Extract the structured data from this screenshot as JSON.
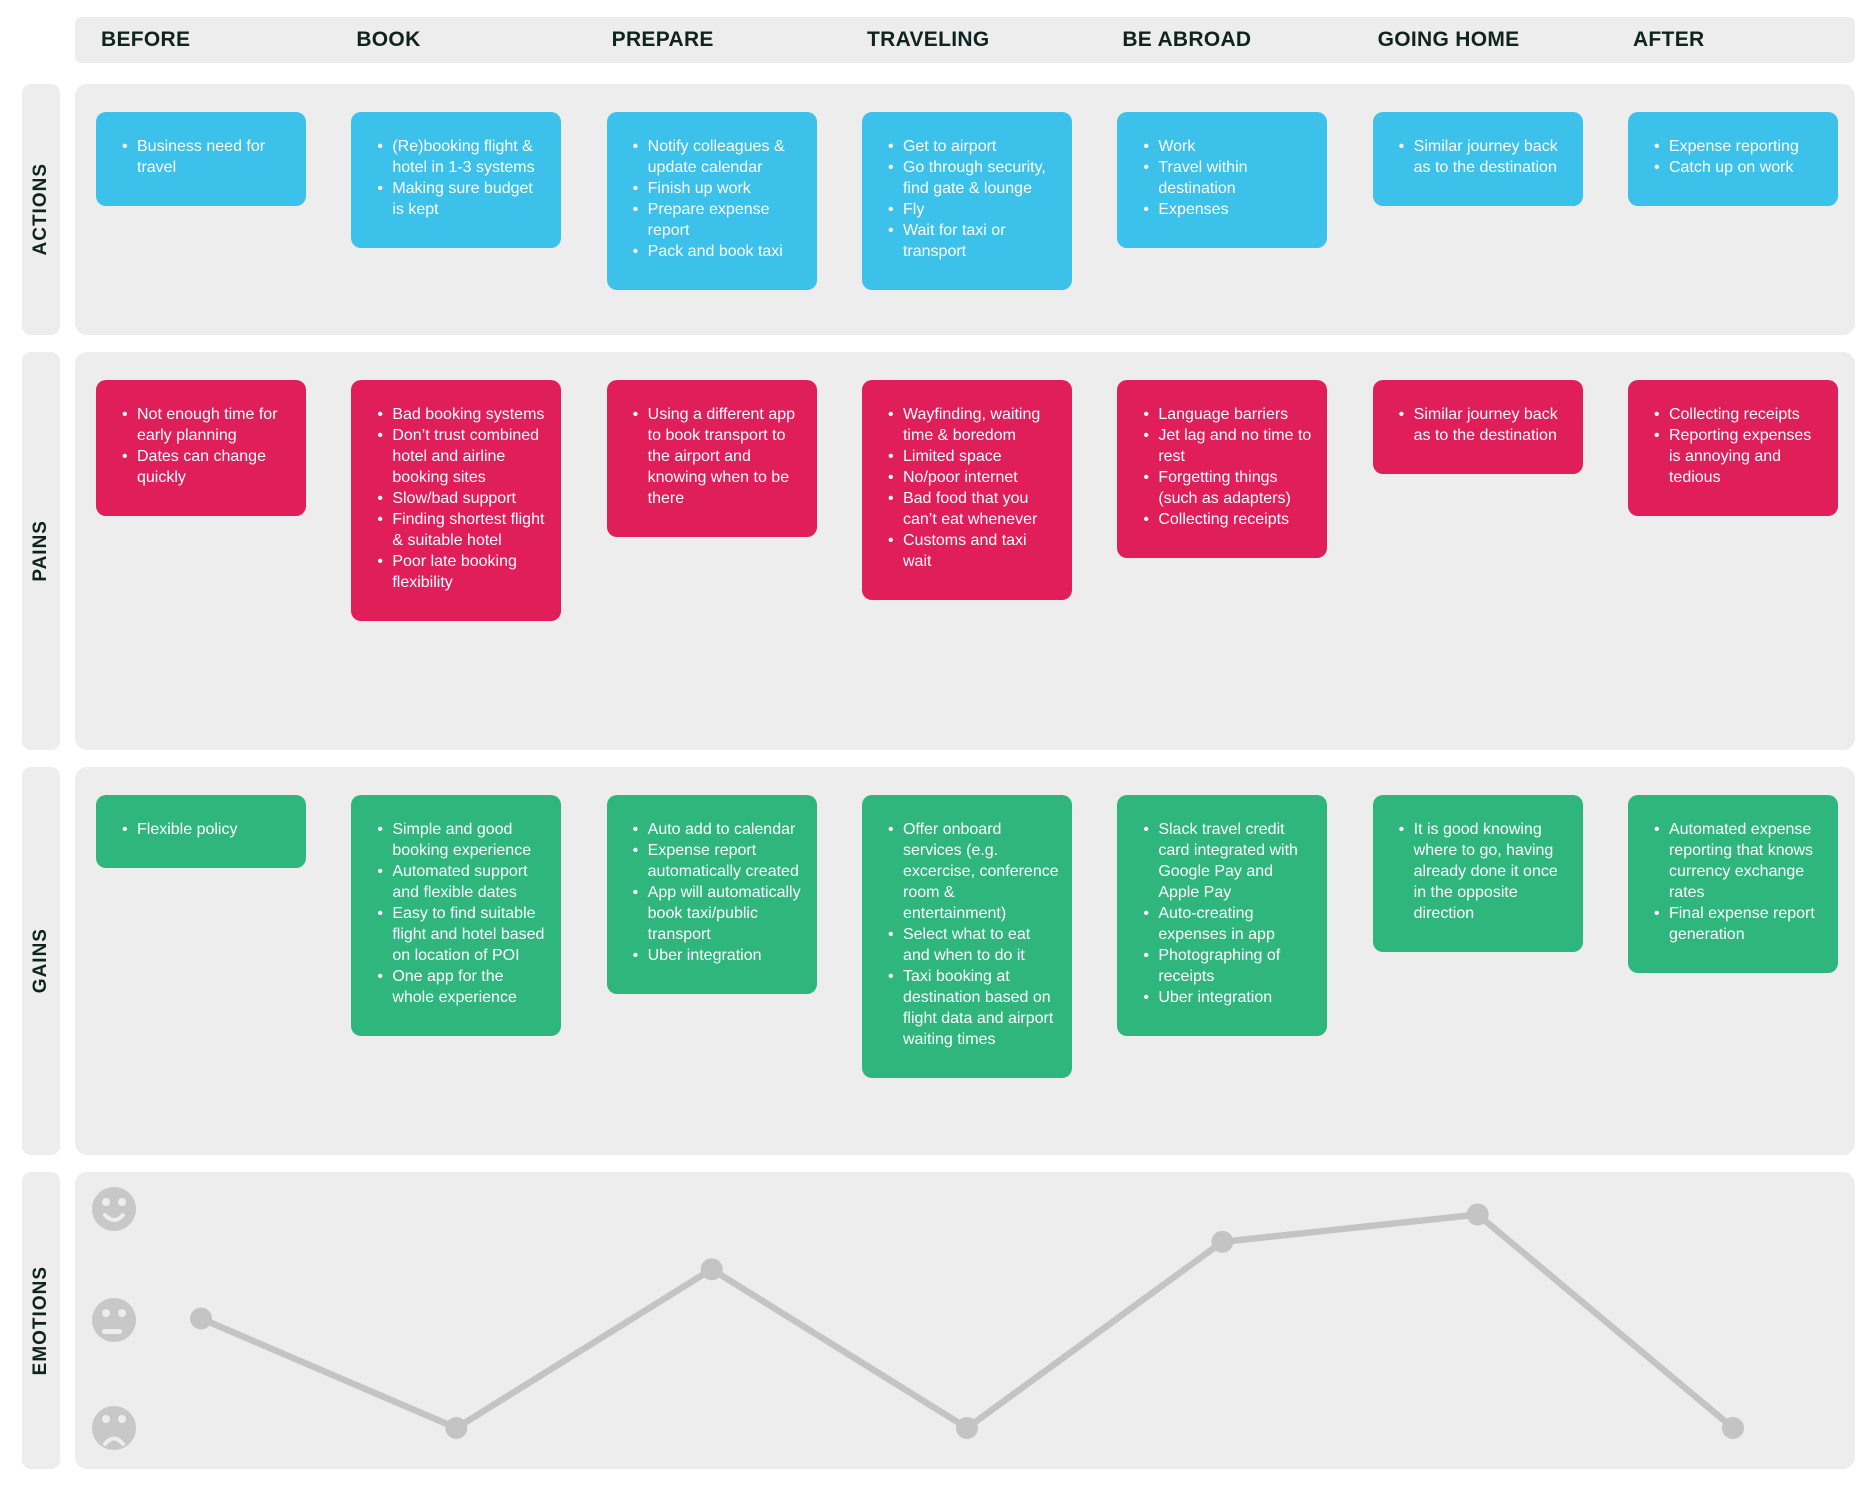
{
  "palette": {
    "blue": "#3BC1EA",
    "pink": "#E01E5A",
    "green": "#2EB67D",
    "panel": "#EDEDED",
    "chart": "#C4C4C4",
    "face": "#C8C8C8",
    "ink": "#0F241E",
    "card_text": "#FFFFFF"
  },
  "columns": [
    "BEFORE",
    "BOOK",
    "PREPARE",
    "TRAVELING",
    "BE ABROAD",
    "GOING HOME",
    "AFTER"
  ],
  "rows": [
    {
      "id": "actions",
      "label": "ACTIONS",
      "color_key": "blue",
      "cards": [
        [
          "Business need for travel"
        ],
        [
          "(Re)booking flight & hotel in 1-3 systems",
          "Making sure budget is kept"
        ],
        [
          "Notify colleagues & update calendar",
          "Finish up work",
          "Prepare expense report",
          "Pack and book taxi"
        ],
        [
          "Get to airport",
          "Go through security, find gate & lounge",
          "Fly",
          "Wait for taxi or transport"
        ],
        [
          "Work",
          "Travel within destination",
          "Expenses"
        ],
        [
          "Similar journey back as to the destination"
        ],
        [
          "Expense reporting",
          "Catch up on work"
        ]
      ]
    },
    {
      "id": "pains",
      "label": "PAINS",
      "color_key": "pink",
      "cards": [
        [
          "Not enough time for early planning",
          "Dates can change quickly"
        ],
        [
          "Bad booking systems",
          "Don’t trust combined hotel and airline booking sites",
          "Slow/bad support",
          "Finding shortest flight & suitable hotel",
          "Poor late booking flexibility"
        ],
        [
          "Using a different app to book transport to the airport and knowing when to be there"
        ],
        [
          "Wayfinding, waiting time & boredom",
          "Limited space",
          "No/poor internet",
          "Bad food that you can’t eat whenever",
          "Customs and taxi wait"
        ],
        [
          "Language barriers",
          "Jet lag and no time to rest",
          "Forgetting things (such as adapters)",
          "Collecting receipts"
        ],
        [
          "Similar journey back as to the destination"
        ],
        [
          "Collecting receipts",
          "Reporting expenses is annoying and tedious"
        ]
      ]
    },
    {
      "id": "gains",
      "label": "GAINS",
      "color_key": "green",
      "cards": [
        [
          "Flexible policy"
        ],
        [
          "Simple and good booking experience",
          "Automated support and flexible dates",
          "Easy to find suitable flight and hotel based on location of POI",
          "One app for the whole experience"
        ],
        [
          "Auto add to calendar",
          "Expense report automatically created",
          "App will automatically book taxi/public transport",
          "Uber integration"
        ],
        [
          "Offer onboard services (e.g. excercise, conference room & entertainment)",
          "Select what to eat and when to do it",
          "Taxi booking at destination based on flight data and airport waiting times"
        ],
        [
          "Slack travel credit card integrated with Google Pay and Apple Pay",
          "Auto-creating expenses in app",
          "Photographing of receipts",
          "Uber integration"
        ],
        [
          "It is good knowing where to go, having already done it once in the opposite direction"
        ],
        [
          "Automated expense reporting that knows currency exchange rates",
          "Final expense report generation"
        ]
      ]
    }
  ],
  "emotions": {
    "label": "EMOTIONS",
    "faces": [
      "happy",
      "neutral",
      "sad"
    ]
  },
  "chart_data": {
    "type": "line",
    "categories": [
      "BEFORE",
      "BOOK",
      "PREPARE",
      "TRAVELING",
      "BE ABROAD",
      "GOING HOME",
      "AFTER"
    ],
    "series": [
      {
        "name": "emotion_level",
        "values": [
          2.0,
          1.0,
          2.45,
          1.0,
          2.7,
          2.95,
          1.0
        ]
      }
    ],
    "ylabel": "emotion level (1=sad, 2=neutral, 3=happy)",
    "ylim": [
      1,
      3
    ],
    "grid": false,
    "legend": "none"
  }
}
